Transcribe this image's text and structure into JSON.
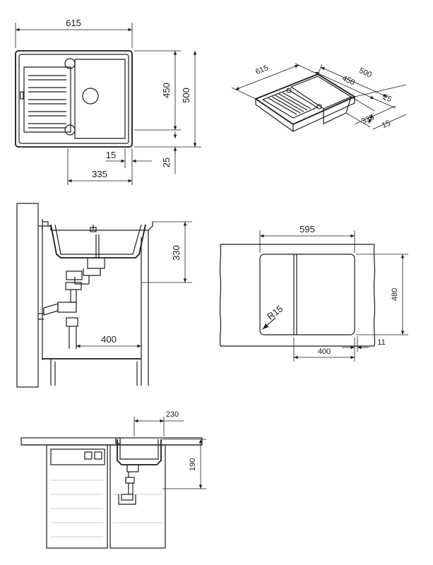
{
  "views": {
    "top": {
      "width": "615",
      "depth_inner": "450",
      "depth_outer": "500",
      "offset_side": "15",
      "offset_front": "25",
      "bowl_width": "335"
    },
    "iso": {
      "width": "615",
      "depth_outer": "500",
      "depth_inner": "450",
      "offset_front": "25",
      "bowl_width": "335",
      "offset_side": "15"
    },
    "section": {
      "bowl_depth": "330",
      "drain_offset": "400"
    },
    "cutout": {
      "width": "595",
      "height": "480",
      "radius": "R15",
      "edge_offset": "400",
      "side_gap": "11"
    },
    "side": {
      "drain_offset": "230",
      "bowl_depth": "190"
    }
  }
}
